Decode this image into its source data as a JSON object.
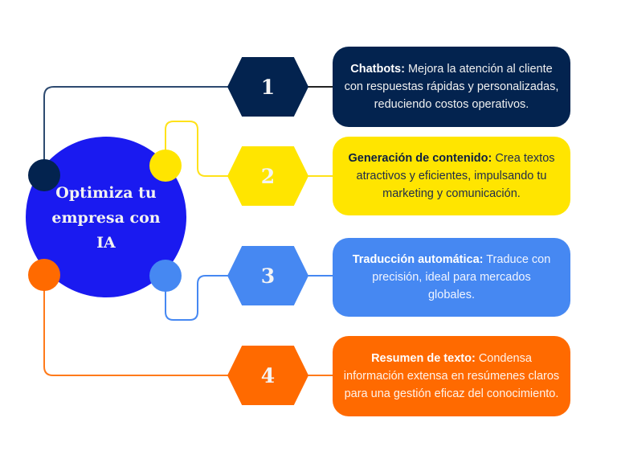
{
  "hub": {
    "title": "Optimiza tu empresa con IA",
    "color": "#1a1af0"
  },
  "items": [
    {
      "number": "1",
      "title": "Chatbots:",
      "text": " Mejora la atención al cliente con respuestas rápidas y personalizadas, reduciendo costos operativos.",
      "color": "#03234f",
      "text_color": "#f0f0f0",
      "title_color": "#ffffff"
    },
    {
      "number": "2",
      "title": "Generación de contenido:",
      "text": " Crea textos atractivos y eficientes, impulsando tu marketing y comunicación.",
      "color": "#ffe500",
      "text_color": "#1f2b4a",
      "title_color": "#0d1f40"
    },
    {
      "number": "3",
      "title": "Traducción automática:",
      "text": " Traduce con precisión, ideal para mercados globales.",
      "color": "#4688f2",
      "text_color": "#f0f4ff",
      "title_color": "#ffffff"
    },
    {
      "number": "4",
      "title": "Resumen de texto:",
      "text": " Condensa información extensa en resúmenes claros para una gestión eficaz del conocimiento.",
      "color": "#ff6a00",
      "text_color": "#fff3ea",
      "title_color": "#ffffff"
    }
  ]
}
